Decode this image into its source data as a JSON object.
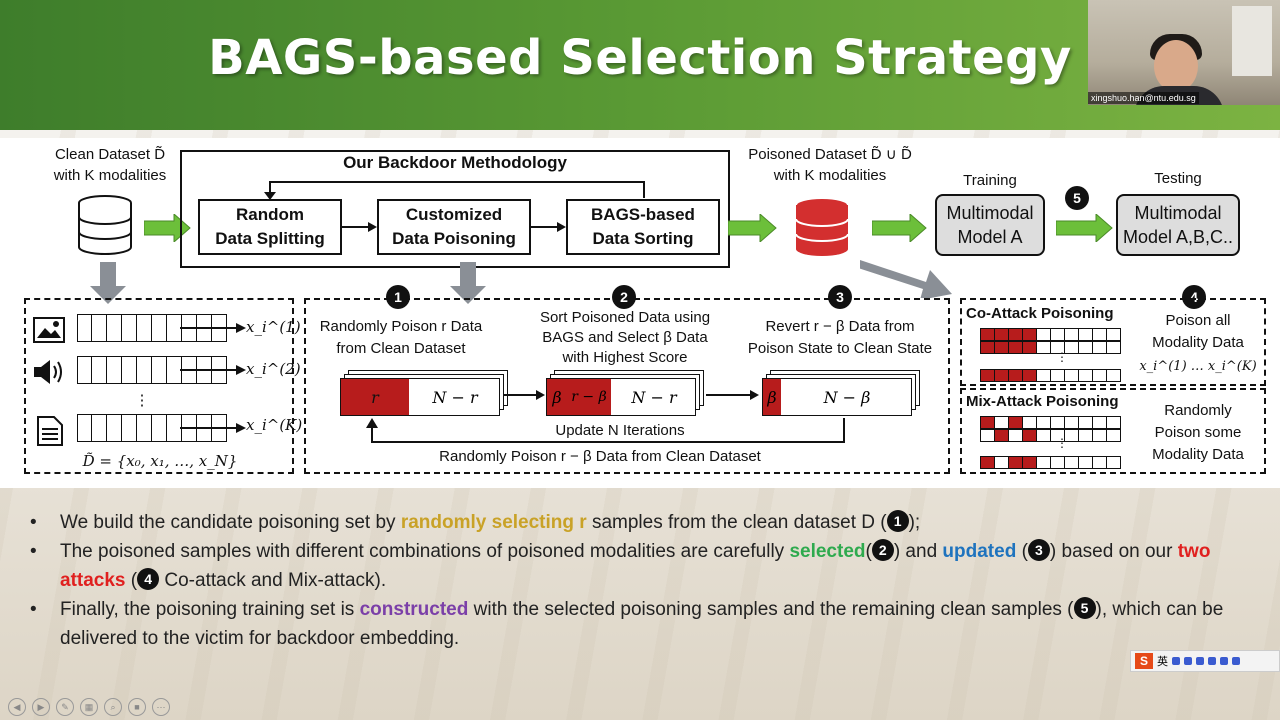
{
  "slide_title": "BAGS-based Selection Strategy",
  "webcam_label": "xingshuo.han@ntu.edu.sg",
  "diagram": {
    "clean_dataset": "Clean Dataset D̃",
    "clean_modalities": "with K modalities",
    "methodology_title": "Our Backdoor Methodology",
    "step_random": "Random\nData Splitting",
    "step_poison": "Customized\nData Poisoning",
    "step_sort": "BAGS-based\nData Sorting",
    "poisoned_dataset": "Poisoned Dataset D̃ ∪ D̃",
    "poisoned_modalities": "with K modalities",
    "training": "Training",
    "testing": "Testing",
    "model_a": "Multimodal\nModel A",
    "model_abc": "Multimodal\nModel A,B,C..",
    "step5": "5",
    "x1": "x_i^(1)",
    "x2": "x_i^(2)",
    "xk": "x_i^(K)",
    "vdots": "⋮",
    "dataset_formula": "D̃ = {x₀, x₁, …, x_N}",
    "num1": "1",
    "num2": "2",
    "num3": "3",
    "num4": "4",
    "desc1": "Randomly Poison r Data\nfrom Clean Dataset",
    "desc2": "Sort Poisoned Data using\nBAGS and Select β Data\nwith Highest Score",
    "desc3": "Revert r − β Data from\nPoison State to Clean State",
    "seg_r": "r",
    "seg_nr": "N − r",
    "seg_beta": "β",
    "seg_rb": "r − β",
    "seg_nb": "N − β",
    "update": "Update N Iterations",
    "loop_text": "Randomly Poison r − β Data from Clean Dataset",
    "co_attack": "Co-Attack Poisoning",
    "co_desc": "Poison all\nModality Data",
    "co_formula": "x_i^(1) … x_i^(K)",
    "mix_attack": "Mix-Attack Poisoning",
    "mix_desc": "Randomly\nPoison some\nModality Data"
  },
  "bullets": {
    "b1_a": "We build the candidate poisoning set by ",
    "b1_h": "randomly selecting r",
    "b1_b": " samples from the clean dataset D (",
    "b1_n": "1",
    "b1_c": ");",
    "b2_a": "The poisoned samples with different combinations of poisoned modalities are carefully ",
    "b2_h1": "selected",
    "b2_p1": "(",
    "b2_n1": "2",
    "b2_b": ") and ",
    "b2_h2": "updated",
    "b2_p2": " (",
    "b2_n2": "3",
    "b2_c": ") based on our ",
    "b2_h3": "two attacks",
    "b2_p3": " (",
    "b2_n3": "4",
    "b2_d": " Co-attack and Mix-attack).",
    "b3_a": "Finally, the poisoning training set is ",
    "b3_h": "constructed",
    "b3_b": " with the selected poisoning samples and the remaining clean samples (",
    "b3_n": "5",
    "b3_c": "), which can be delivered to the victim for backdoor embedding."
  },
  "ime": {
    "logo": "S",
    "lang": "英"
  },
  "colors": {
    "header_green": "#5a9a34",
    "poison_red": "#b71c1c",
    "arrow_green": "#6cbf3a"
  }
}
